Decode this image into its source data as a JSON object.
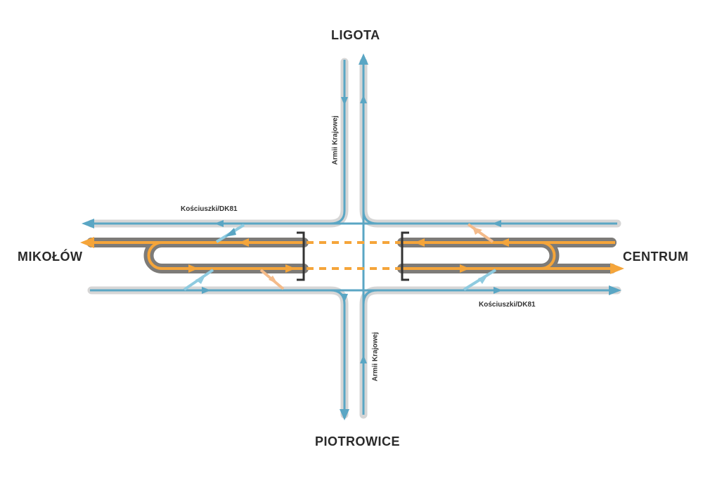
{
  "directions": {
    "north": "LIGOTA",
    "south": "PIOTROWICE",
    "west": "MIKOŁÓW",
    "east": "CENTRUM"
  },
  "streets": {
    "horizontal_top": "Kościuszki/DK81",
    "horizontal_bottom": "Kościuszki/DK81",
    "vertical_top": "Armii Krajowej",
    "vertical_bottom": "Armii Krajowej"
  },
  "colors": {
    "surface_road": "#5aa6c4",
    "road_band": "#d4d4d4",
    "tunnel": "#f5a53a",
    "tunnel_band": "#7d7b78",
    "ramp_blue": "#8fcbe0",
    "ramp_orange": "#f4bb8a",
    "bracket": "#333333"
  }
}
